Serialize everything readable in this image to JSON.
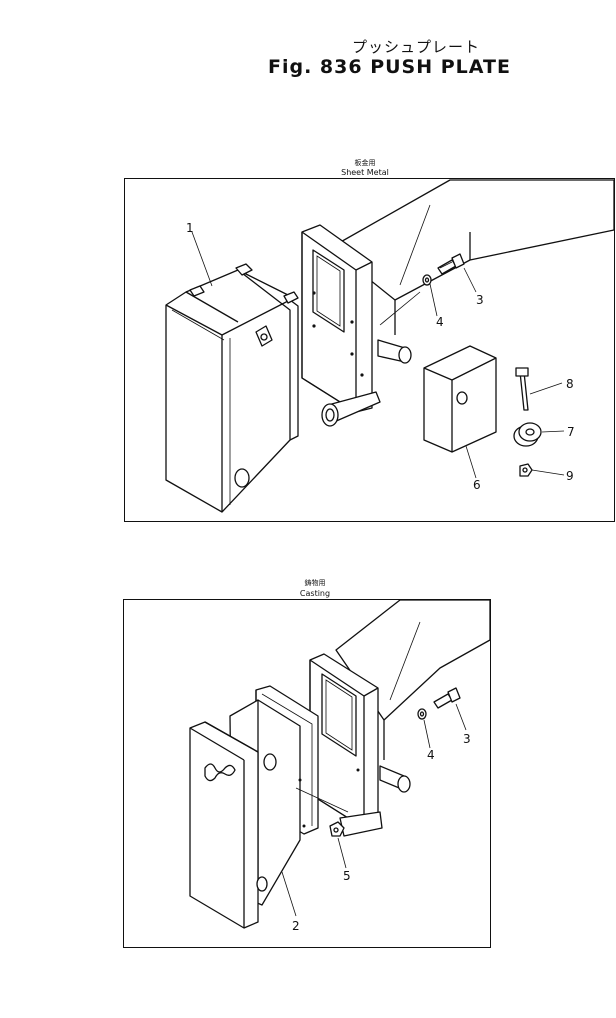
{
  "header": {
    "title_jp": "プッシュプレート",
    "title_en": "Fig. 836 PUSH PLATE"
  },
  "sections": [
    {
      "caption_jp": "板金用",
      "caption_en": "Sheet Metal",
      "callouts": [
        "1",
        "3",
        "4",
        "6",
        "7",
        "8",
        "9"
      ]
    },
    {
      "caption_jp": "鋳物用",
      "caption_en": "Casting",
      "callouts": [
        "2",
        "3",
        "4",
        "5"
      ]
    }
  ]
}
